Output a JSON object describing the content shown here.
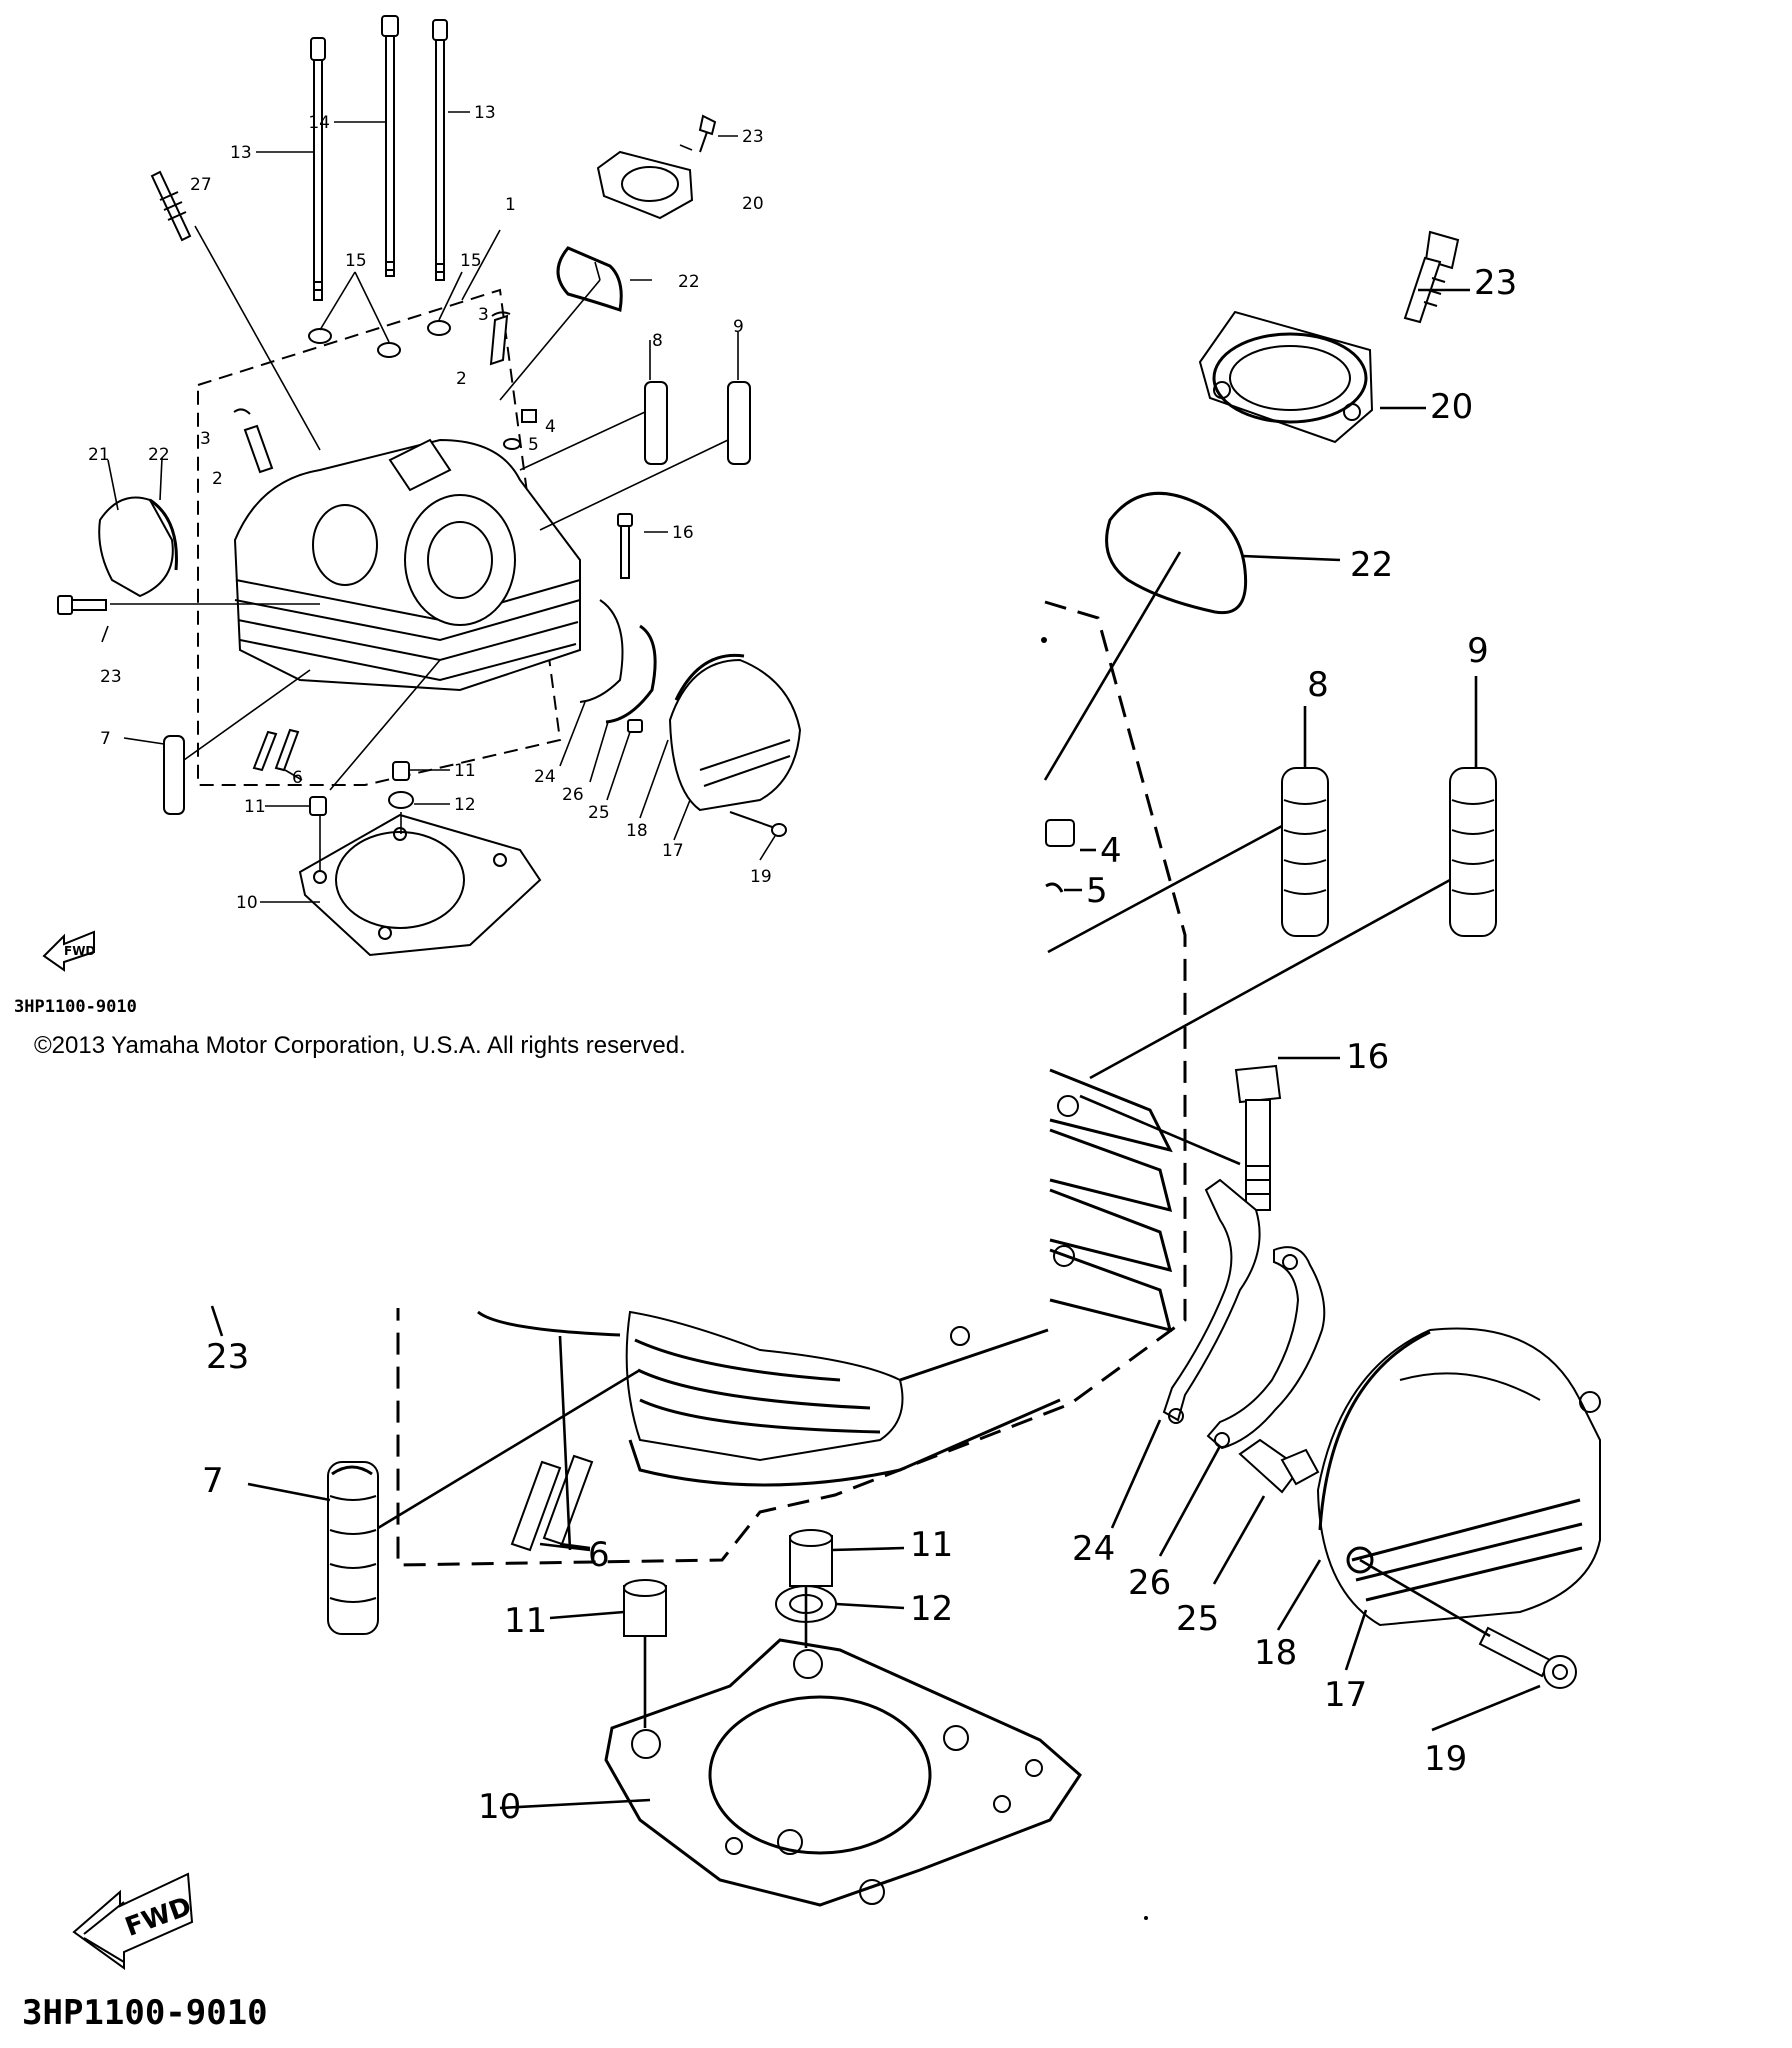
{
  "overview": {
    "labels": {
      "l1": "1",
      "l2a": "2",
      "l2b": "2",
      "l3a": "3",
      "l3b": "3",
      "l4": "4",
      "l5": "5",
      "l6": "6",
      "l7": "7",
      "l8": "8",
      "l9": "9",
      "l10": "10",
      "l11a": "11",
      "l11b": "11",
      "l12": "12",
      "l13a": "13",
      "l13b": "13",
      "l14": "14",
      "l15a": "15",
      "l15b": "15",
      "l16": "16",
      "l17": "17",
      "l18": "18",
      "l19": "19",
      "l20": "20",
      "l21": "21",
      "l22a": "22",
      "l22b": "22",
      "l23a": "23",
      "l23b": "23",
      "l24": "24",
      "l25": "25",
      "l26": "26",
      "l27": "27"
    },
    "fwd": "FWD",
    "code": "3HP1100-9010"
  },
  "copyright": "©2013 Yamaha Motor Corporation, U.S.A. All rights reserved.",
  "detail": {
    "labels": {
      "l4": "4",
      "l5": "5",
      "l6": "6",
      "l7": "7",
      "l8": "8",
      "l9": "9",
      "l10": "10",
      "l11a": "11",
      "l11b": "11",
      "l12": "12",
      "l16": "16",
      "l17": "17",
      "l18": "18",
      "l19": "19",
      "l20": "20",
      "l22": "22",
      "l23a": "23",
      "l23b": "23",
      "l24": "24",
      "l25": "25",
      "l26": "26"
    },
    "fwd": "FWD",
    "code": "3HP1100-9010"
  }
}
